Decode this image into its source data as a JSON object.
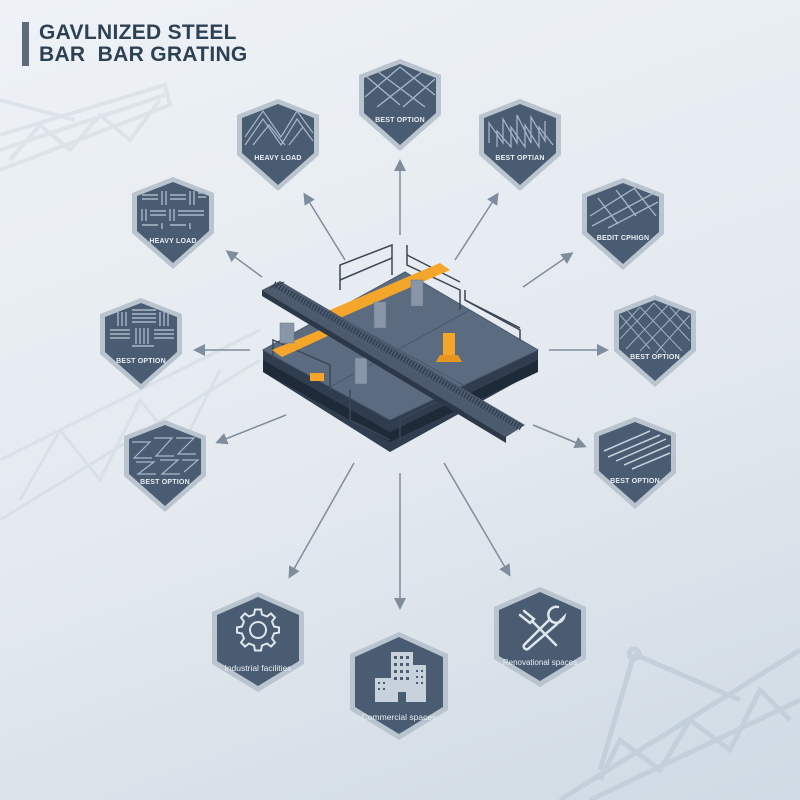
{
  "title": {
    "line1": "GAVLNIZED STEEL",
    "line2": "BAR  BAR GRATING"
  },
  "colors": {
    "background": "#e6ecf1",
    "badge_fill": "#4a5c72",
    "badge_border": "#b7c2cd",
    "title_text": "#2d4155",
    "accent_yellow": "#f4a62a",
    "arrow": "#7f8d9c"
  },
  "center_illustration": {
    "name": "isometric-steel-grating-platform",
    "elements": [
      "platform-deck",
      "grating-walkway",
      "guard-railings",
      "yellow-beams",
      "concrete-pillars"
    ]
  },
  "badges": [
    {
      "id": "top-left-1",
      "label": "HEAVY LOAD",
      "pattern": "herringbone"
    },
    {
      "id": "top",
      "label": "BEST OPTION",
      "pattern": "diamond-grid"
    },
    {
      "id": "top-right-1",
      "label": "BEST OPTIAN",
      "pattern": "zigzag"
    },
    {
      "id": "left-1",
      "label": "HEAVY LOAD",
      "pattern": "basketweave"
    },
    {
      "id": "right-1",
      "label": "BEDIT CPHIGN",
      "pattern": "diagonal-grid"
    },
    {
      "id": "left-2",
      "label": "BEST OPTION",
      "pattern": "crossweave"
    },
    {
      "id": "right-2",
      "label": "BEST OPTION",
      "pattern": "fine-mesh"
    },
    {
      "id": "left-3",
      "label": "BEST OPTION",
      "pattern": "z-bars"
    },
    {
      "id": "right-3",
      "label": "BEST OPTION",
      "pattern": "diagonal-bars"
    }
  ],
  "applications": [
    {
      "label": "Industrial facilities",
      "icon": "gear-icon"
    },
    {
      "label": "Commercial spaces",
      "icon": "buildings-icon"
    },
    {
      "label": "Renovational spaces",
      "icon": "tools-icon"
    }
  ]
}
